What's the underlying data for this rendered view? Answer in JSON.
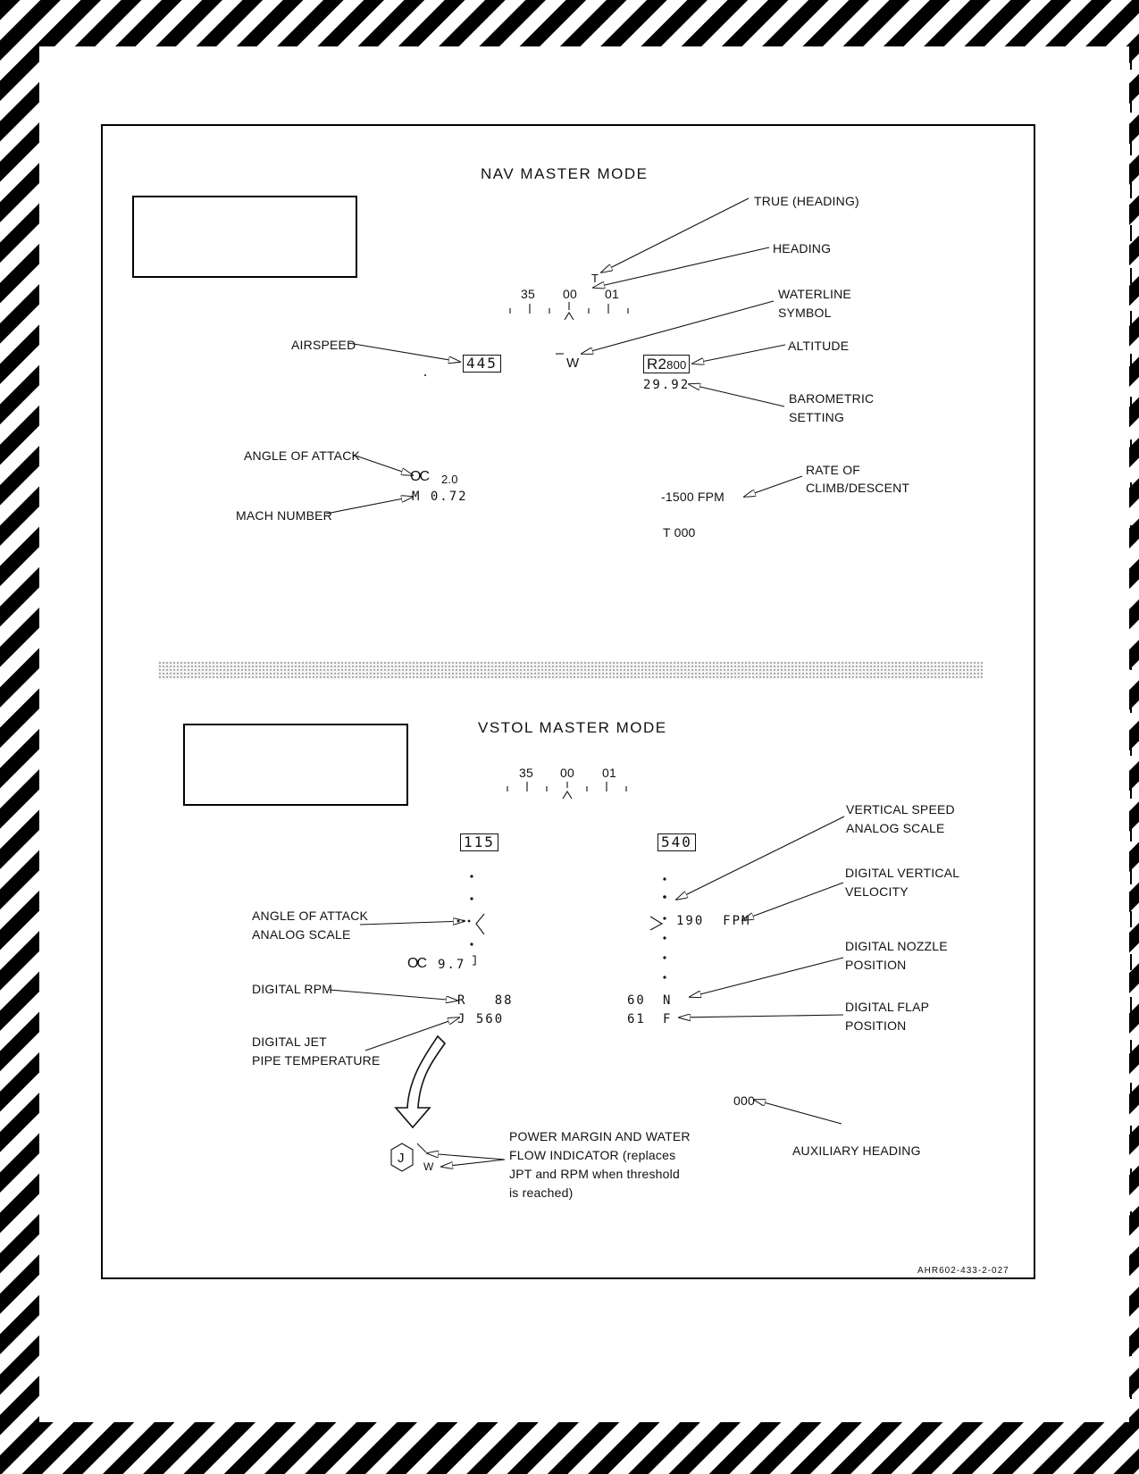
{
  "nav": {
    "title": "NAV MASTER MODE",
    "heading_scale": [
      "35",
      "00",
      "01"
    ],
    "true_marker": "T",
    "waterline": "W",
    "airspeed": "445",
    "altitude_prefix": "R2",
    "altitude_value": "800",
    "barometric": "29.92",
    "aoa_symbol": "OC",
    "aoa_value": "2.0",
    "mach": "M 0.72",
    "rate": "-1500 FPM",
    "time": "T 000",
    "labels": {
      "true_heading": "TRUE (HEADING)",
      "heading": "HEADING",
      "waterline_1": "WATERLINE",
      "waterline_2": "SYMBOL",
      "airspeed": "AIRSPEED",
      "altitude": "ALTITUDE",
      "baro_1": "BAROMETRIC",
      "baro_2": "SETTING",
      "aoa": "ANGLE OF ATTACK",
      "mach": "MACH NUMBER",
      "rate_1": "RATE OF",
      "rate_2": "CLIMB/DESCENT"
    }
  },
  "vstol": {
    "title": "VSTOL MASTER MODE",
    "heading_scale": [
      "35",
      "00",
      "01"
    ],
    "left_box": "115",
    "right_box": "540",
    "aoa_symbol": "OC",
    "aoa_value": "9.7",
    "fpm": "190  FPM",
    "rpm": "R   88",
    "jpt": "J 560",
    "nozzle_num": "60",
    "nozzle_letter": "N",
    "flap_num": "61",
    "flap_letter": "F",
    "aux_heading": "000",
    "pm_j": "J",
    "pm_w": "W",
    "labels": {
      "vs_1": "VERTICAL SPEED",
      "vs_2": "ANALOG SCALE",
      "dvv_1": "DIGITAL VERTICAL",
      "dvv_2": "VELOCITY",
      "aoa_1": "ANGLE OF ATTACK",
      "aoa_2": "ANALOG SCALE",
      "nozzle_1": "DIGITAL NOZZLE",
      "nozzle_2": "POSITION",
      "rpm": "DIGITAL RPM",
      "flap_1": "DIGITAL FLAP",
      "flap_2": "POSITION",
      "jpt_1": "DIGITAL JET",
      "jpt_2": "PIPE TEMPERATURE",
      "aux": "AUXILIARY HEADING",
      "pm_1": "POWER MARGIN AND WATER",
      "pm_2": "FLOW INDICATOR (replaces",
      "pm_3": "JPT and RPM when threshold",
      "pm_4": "is reached)"
    }
  },
  "figure_id": "AHR602-433-2-027"
}
